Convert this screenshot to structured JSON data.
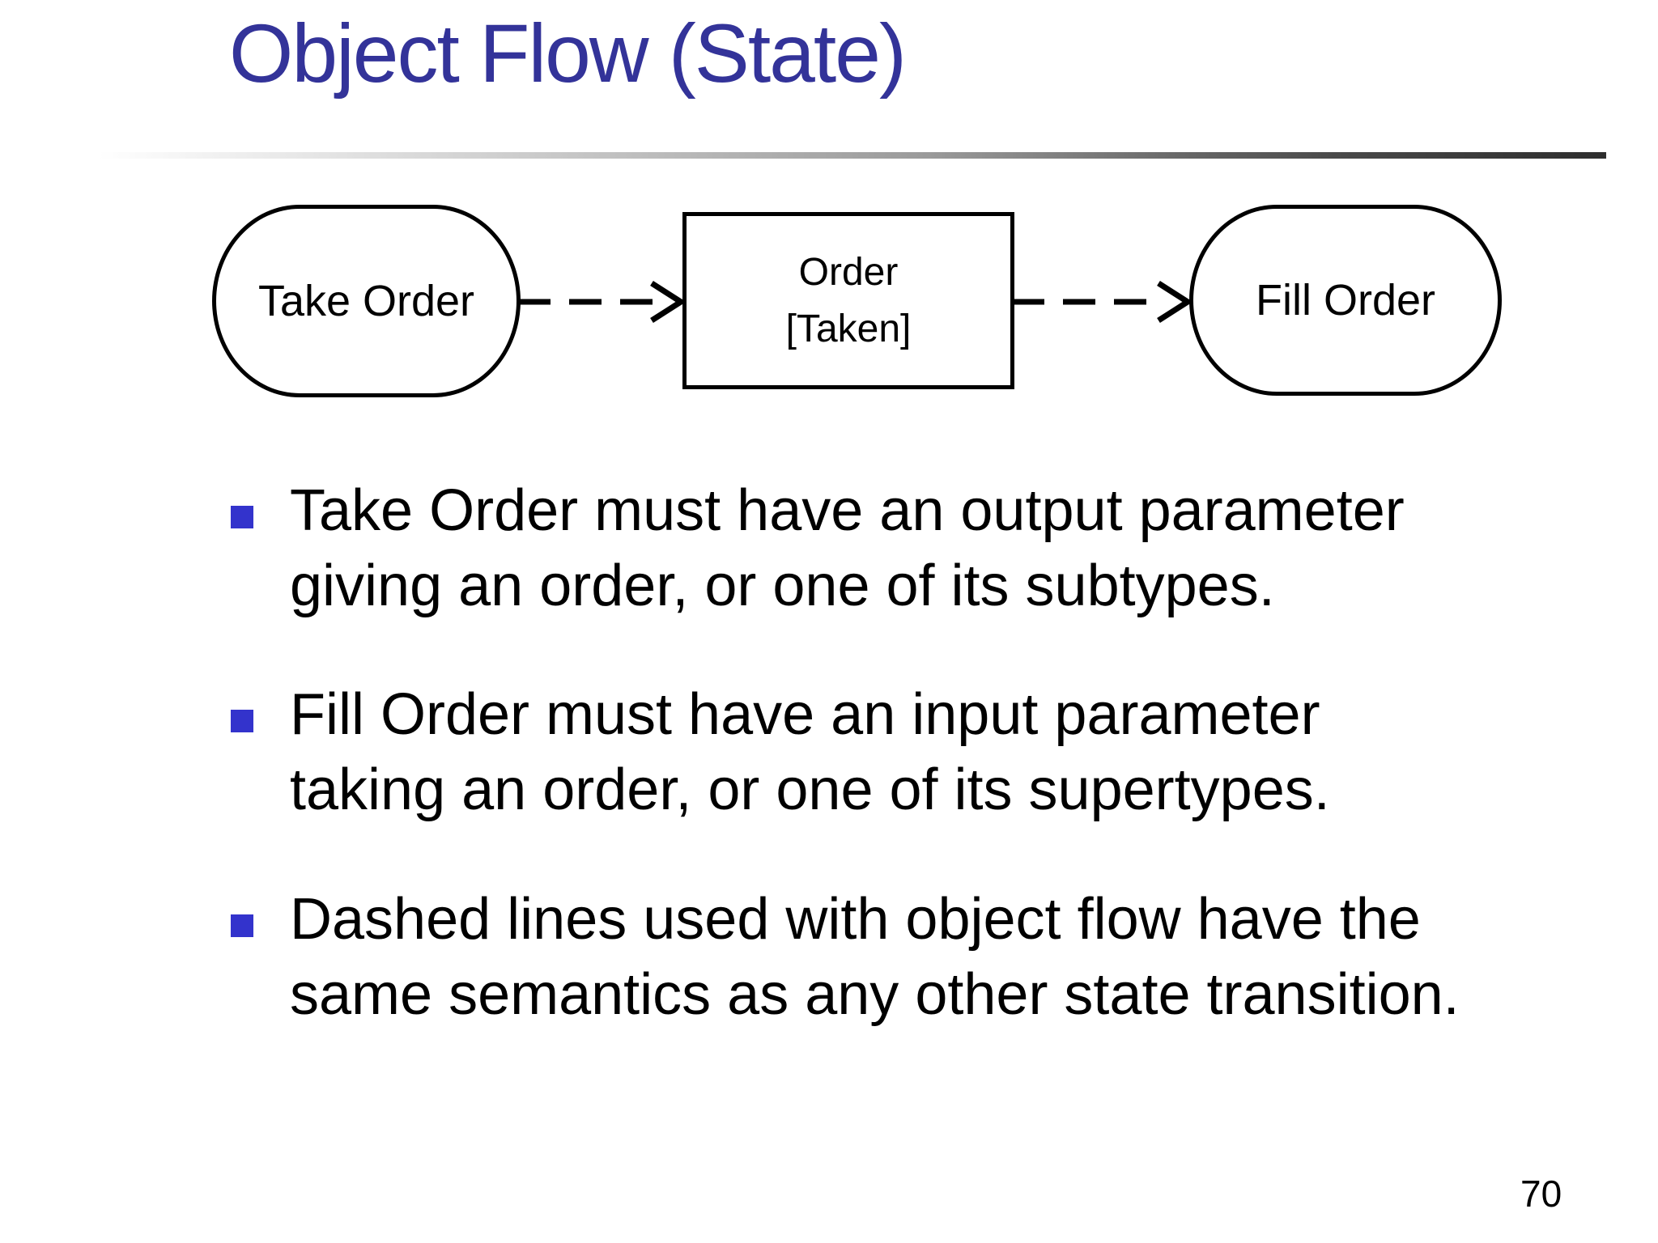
{
  "slide": {
    "title": "Object Flow (State)",
    "page_number": "70",
    "colors": {
      "title_text": "#333399",
      "bullet_marker": "#3333cc",
      "diagram_stroke": "#000000",
      "body_text": "#000000",
      "background": "#ffffff"
    },
    "diagram": {
      "nodes": [
        {
          "id": "take-order",
          "type": "activity",
          "label": "Take Order"
        },
        {
          "id": "order-taken",
          "type": "object",
          "label": "Order",
          "state": "[Taken]"
        },
        {
          "id": "fill-order",
          "type": "activity",
          "label": "Fill Order"
        }
      ],
      "edges": [
        {
          "from": "Take Order",
          "to": "Order [Taken]",
          "style": "dashed-open-arrow"
        },
        {
          "from": "Order [Taken]",
          "to": "Fill Order",
          "style": "dashed-open-arrow"
        }
      ]
    },
    "bullets": [
      {
        "lines": [
          "Take Order must have an output parameter",
          "giving an order, or one of its subtypes."
        ]
      },
      {
        "lines": [
          "Fill Order must have an input parameter",
          "taking an order, or one of its supertypes."
        ]
      },
      {
        "lines": [
          "Dashed lines used with object flow have the",
          "same semantics as any other state transition."
        ]
      }
    ]
  }
}
